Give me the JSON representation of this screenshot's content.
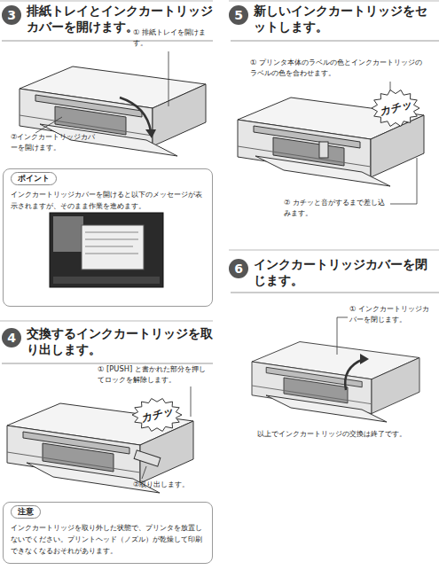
{
  "diagram": {
    "nodes": [
      {
        "text": [
          "3",
          "排紙トレイとインクカートリッジカバーを開けます。"
        ]
      },
      {
        "text": [
          "ポイント",
          "インクカートリッジカバーを開けると以下のメッセージが表示されますが、そのまま作業を進めます。"
        ]
      },
      {
        "text": [
          "4",
          "交換するインクカートリッジを取り出します。"
        ]
      },
      {
        "text": [
          "カチッ"
        ]
      },
      {
        "text": [
          "注意",
          "インクカートリッジを取り外した状態で、プリンタを放置しないでください。プリントヘッド（ノズル）が乾燥して印刷できなくなるおそれがあります。"
        ]
      },
      {
        "text": [
          "5",
          "新しいインクカートリッジをセットします。"
        ]
      },
      {
        "text": [
          "カチッ"
        ]
      },
      {
        "text": [
          "6",
          "インクカートリッジカバーを閉じます。"
        ]
      }
    ],
    "labels": [
      "① 排紙トレイを開けます。",
      "②インクカートリッジカバーを開けます。",
      "① [PUSH] と書かれた部分を押してロックを解除します。",
      "②取り出します。",
      "① プリンタ本体のラベルの色とインクカートリッジのラベルの色を合わせます。",
      "② カチッと音がするまで差し込みます。",
      "① インクカートリッジカバーを閉じます。",
      "以上でインクカートリッジの交換は終了です。"
    ]
  }
}
